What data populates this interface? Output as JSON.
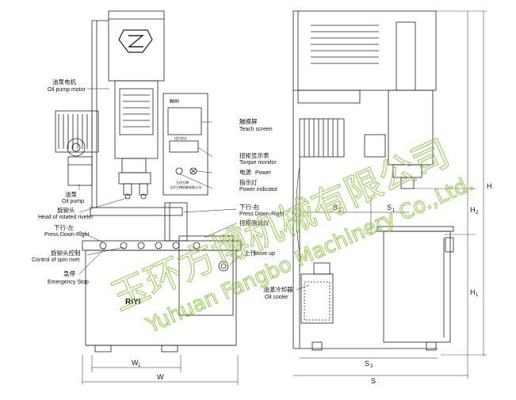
{
  "left_labels": {
    "oil_pump_motor_cn": "油泵电机",
    "oil_pump_motor_en": "Oil pump motor",
    "oil_pump_cn": "油泵",
    "oil_pump_en": "Oil pump",
    "riveter_head_cn": "旋铆头",
    "riveter_head_en": "Head of rotated riveter",
    "press_down_right_cn": "下行-左",
    "press_down_right_en": "Press Down-Right",
    "spin_rivet_cn": "旋铆头控制",
    "spin_rivet_en": "Control of spin rivet",
    "emergency_cn": "急停",
    "emergency_en": "Emergency Stop"
  },
  "middle_labels": {
    "teach_screen_cn": "触摸屏",
    "teach_screen_en": "Teach screen",
    "torque_monitor_cn": "扭矩显示表",
    "torque_monitor_en": "Torque monitor",
    "power_cn": "电源",
    "power_en": "Power",
    "power_indicator_cn": "指示灯",
    "power_indicator_en": "Power indicator",
    "press_down_right2_cn": "下行-右",
    "press_down_right2_en": "Press Down-Right",
    "torque_tester_cn": "扭矩测试仪",
    "move_up_cn": "上行",
    "move_up_en": "Move up",
    "oil_cooler_cn": "油温冷却器",
    "oil_cooler_en": "Oil cooler"
  },
  "dimensions": {
    "w1": "W",
    "w1_sub": "1",
    "w": "W",
    "s2": "S",
    "s2_sub": "2",
    "s1": "S",
    "s1_sub": "1",
    "s3": "S",
    "s3_sub": "3",
    "s": "S",
    "h": "H",
    "h2": "H",
    "h2_sub": "2",
    "h1": "H",
    "h1_sub": "1"
  },
  "panel": {
    "brand": "RIYI",
    "small_line": "扭力显示",
    "model_line": "玉环方博",
    "company_line": "玉环方博机械有限公司"
  },
  "machine_badge": "RIYI",
  "watermark": {
    "cn": "玉环方博机械有限公司",
    "en": "Yuhuan Fangbo Machinery Co.,Ltd."
  }
}
